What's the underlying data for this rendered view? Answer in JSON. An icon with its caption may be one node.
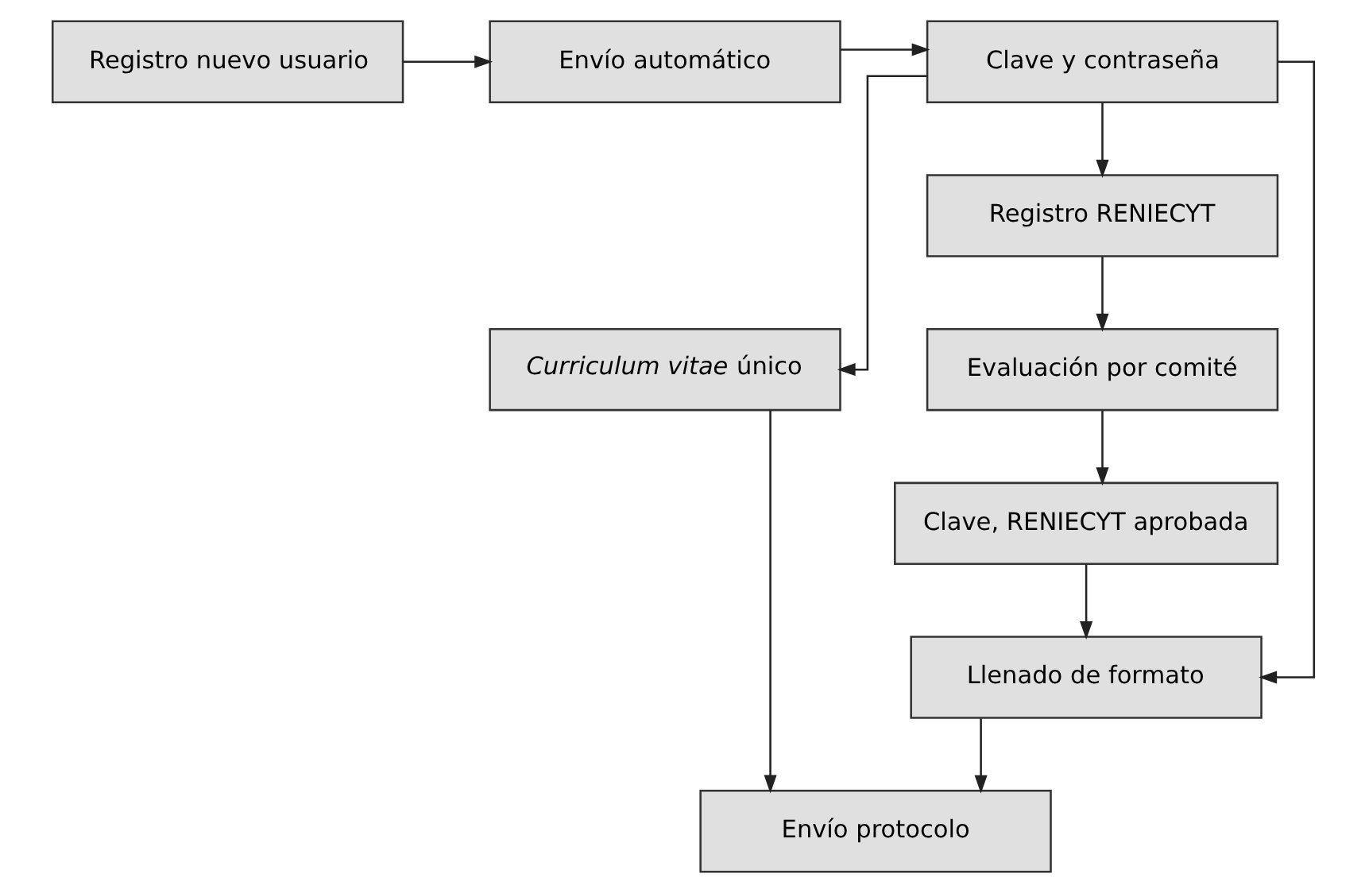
{
  "diagram": {
    "nodes": [
      {
        "text": [
          "Registro nuevo usuario"
        ]
      },
      {
        "text": [
          "Envío automático"
        ]
      },
      {
        "text": [
          "Clave y contraseña"
        ]
      },
      {
        "text": [
          "*Curriculum vitae* único"
        ]
      },
      {
        "text": [
          "Registro RENIECYT"
        ]
      },
      {
        "text": [
          "Evaluación por comité"
        ]
      },
      {
        "text": [
          "Clave, RENIECYT aprobada"
        ]
      },
      {
        "text": [
          "Llenado de formato"
        ]
      },
      {
        "text": [
          "Envío protocolo"
        ]
      }
    ],
    "edges": [
      {
        "from": 0,
        "to": 1,
        "arrow": "to"
      },
      {
        "from": 1,
        "to": 2,
        "arrow": "to"
      },
      {
        "from": 2,
        "to": 3,
        "arrow": "to"
      },
      {
        "from": 2,
        "to": 4,
        "arrow": "to"
      },
      {
        "from": 2,
        "to": 7,
        "arrow": "to"
      },
      {
        "from": 4,
        "to": 5,
        "arrow": "to"
      },
      {
        "from": 5,
        "to": 6,
        "arrow": "to"
      },
      {
        "from": 6,
        "to": 7,
        "arrow": "to"
      },
      {
        "from": 7,
        "to": 8,
        "arrow": "to"
      },
      {
        "from": 3,
        "to": 8,
        "arrow": "to"
      }
    ]
  }
}
